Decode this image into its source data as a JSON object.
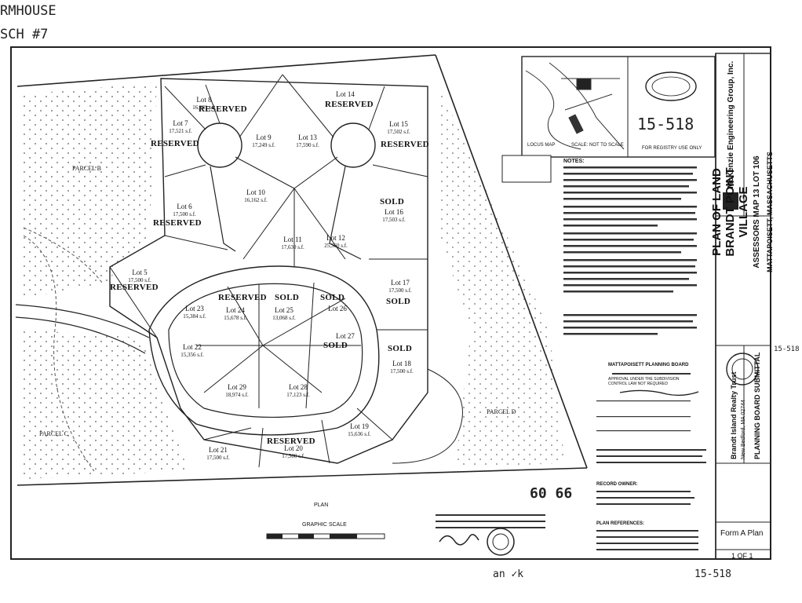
{
  "annotations": {
    "top_left_1": "RMHOUSE",
    "top_left_2": "SCH #7",
    "bottom_ref": "15-518",
    "bottom_mid": "an ✓k",
    "right_margin": "15-518",
    "stamp_ref": "15-518"
  },
  "plan": {
    "parcel_b": "PARCEL B",
    "parcel_c": "PARCEL C",
    "parcel_d": "PARCEL D",
    "plan_label": "PLAN",
    "graphic_scale": "GRAPHIC SCALE",
    "book_page": "60 66",
    "lots": [
      {
        "num": "Lot 7",
        "area": "17,521 s.f.",
        "status": "RESERVED"
      },
      {
        "num": "Lot 8",
        "area": "16,981 s.f.",
        "status": "RESERVED"
      },
      {
        "num": "Lot 9",
        "area": "17,249 s.f.",
        "status": ""
      },
      {
        "num": "Lot 13",
        "area": "17,590 s.f.",
        "status": ""
      },
      {
        "num": "Lot 14",
        "area": "",
        "status": "RESERVED"
      },
      {
        "num": "Lot 15",
        "area": "17,502 s.f.",
        "status": "RESERVED"
      },
      {
        "num": "Lot 6",
        "area": "17,500 s.f.",
        "status": "RESERVED"
      },
      {
        "num": "Lot 10",
        "area": "16,162 s.f.",
        "status": ""
      },
      {
        "num": "Lot 11",
        "area": "17,630 s.f.",
        "status": ""
      },
      {
        "num": "Lot 12",
        "area": "25,360 s.f.",
        "status": ""
      },
      {
        "num": "Lot 16",
        "area": "17,503 s.f.",
        "status": "SOLD"
      },
      {
        "num": "Lot 5",
        "area": "17,500 s.f.",
        "status": "RESERVED"
      },
      {
        "num": "Lot 17",
        "area": "17,500 s.f.",
        "status": "SOLD"
      },
      {
        "num": "Lot 24",
        "area": "15,678 s.f.",
        "status": "RESERVED"
      },
      {
        "num": "Lot 25",
        "area": "13,068 s.f.",
        "status": "SOLD"
      },
      {
        "num": "Lot 26",
        "area": "",
        "status": "SOLD"
      },
      {
        "num": "Lot 27",
        "area": "",
        "status": "SOLD"
      },
      {
        "num": "Lot 22",
        "area": "15,356 s.f.",
        "status": ""
      },
      {
        "num": "Lot 23",
        "area": "15,384 s.f.",
        "status": ""
      },
      {
        "num": "Lot 18",
        "area": "17,500 s.f.",
        "status": "SOLD"
      },
      {
        "num": "Lot 29",
        "area": "18,974 s.f.",
        "status": ""
      },
      {
        "num": "Lot 28",
        "area": "17,123 s.f.",
        "status": ""
      },
      {
        "num": "Lot 19",
        "area": "15,636 s.f.",
        "status": ""
      },
      {
        "num": "Lot 20",
        "area": "17,500 s.f.",
        "status": "RESERVED"
      },
      {
        "num": "Lot 21",
        "area": "17,500 s.f.",
        "status": ""
      }
    ]
  },
  "title_block": {
    "title_1": "PLAN OF LAND",
    "title_2": "BRANDT POINT",
    "title_3": "VILLAGE",
    "assessors": "ASSESSORS MAP 13 LOT 106",
    "town": "MATTAPOISETT, MASSACHUSETTS",
    "engineer": "McKenzie Engineering Group, Inc.",
    "applicant": "Brandt Island Realty Trust",
    "applicant_addr": "New Bedford, MA 02744",
    "submittal": "PLANNING BOARD SUBMITTAL",
    "form": "Form A Plan",
    "sheet": "1 OF 1",
    "locus": "LOCUS MAP",
    "scale": "SCALE: NOT TO SCALE",
    "registry_use": "FOR REGISTRY USE ONLY",
    "notes_head": "NOTES:",
    "board_head": "MATTAPOISETT PLANNING BOARD",
    "board_sub": "APPROVAL UNDER THE SUBDIVISION CONTROL LAW NOT REQUIRED",
    "record_owner": "RECORD OWNER:",
    "plan_refs": "PLAN REFERENCES:"
  }
}
